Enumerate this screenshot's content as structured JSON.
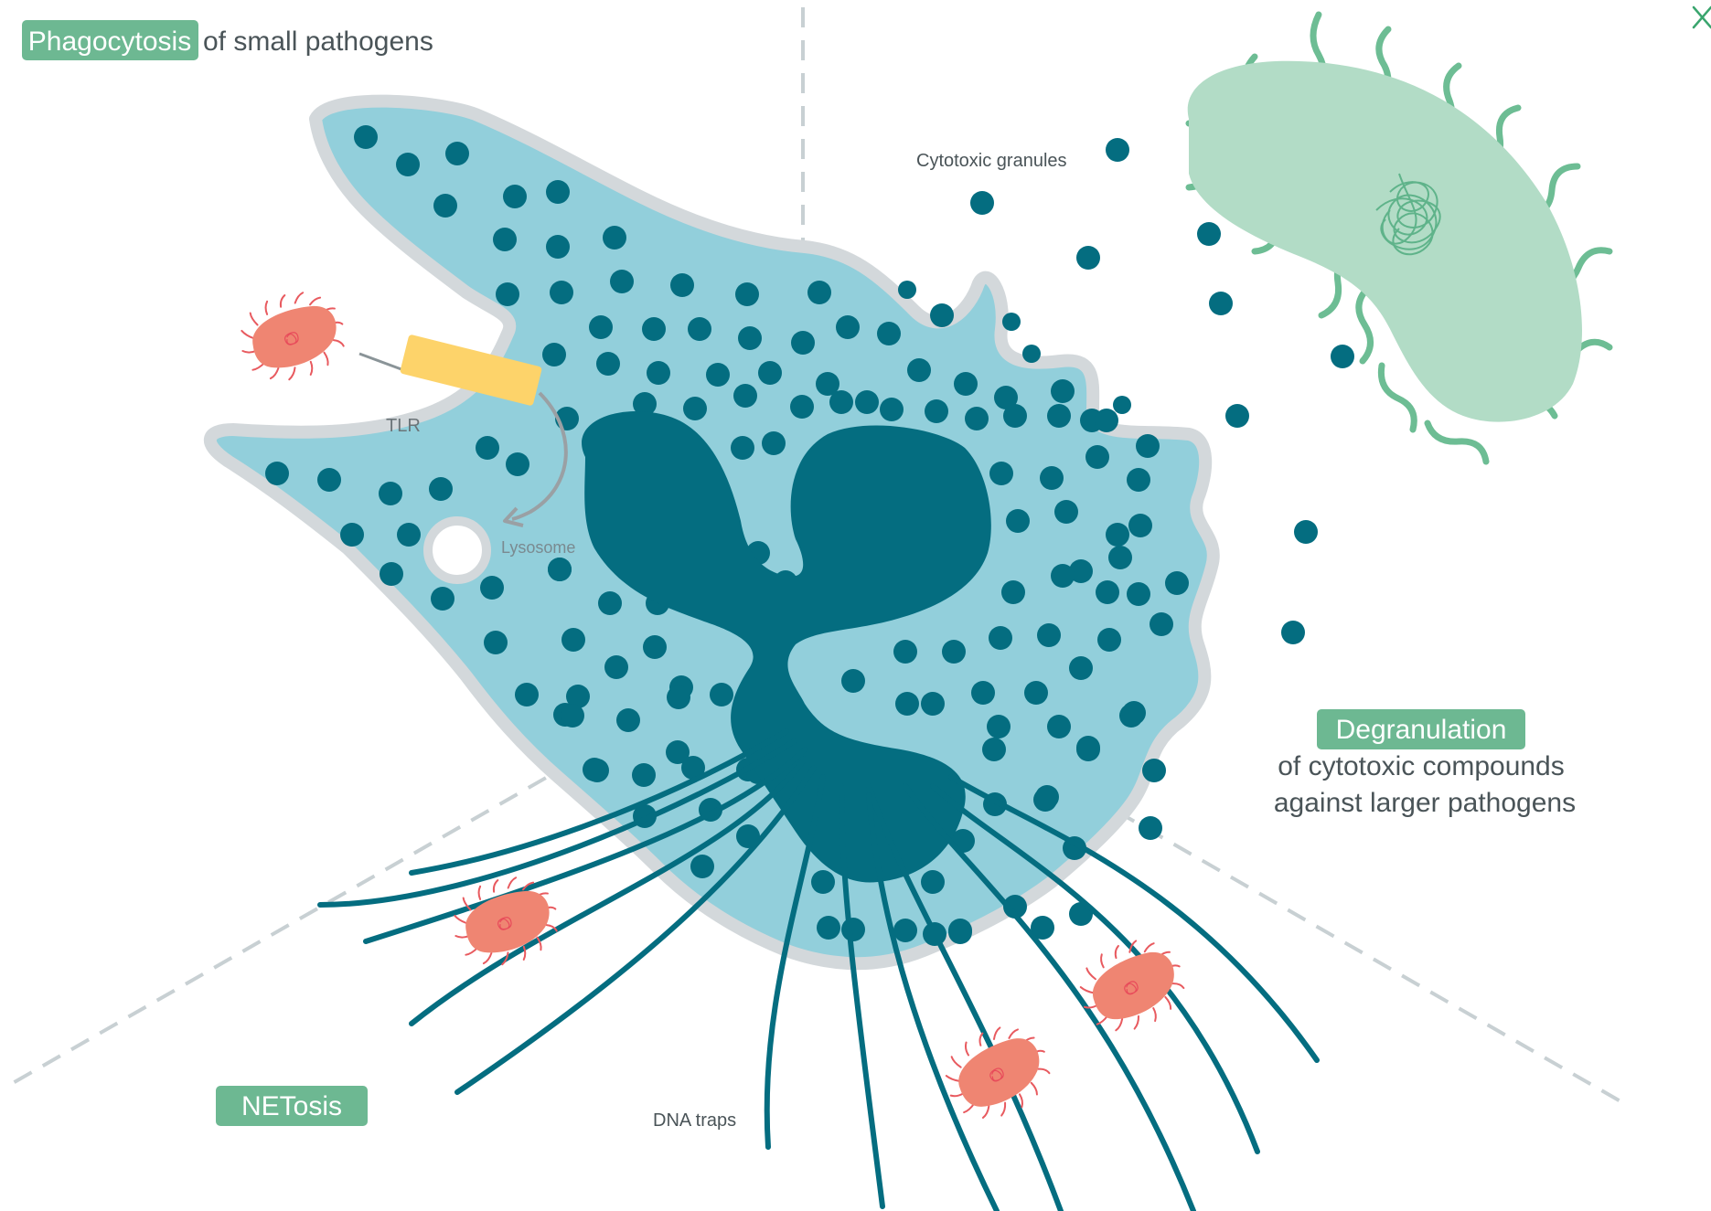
{
  "headings": {
    "phagocytosis_badge": "Phagocytosis",
    "phagocytosis_rest": "of small pathogens",
    "degranulation_badge": "Degranulation",
    "degranulation_line1": "of cytotoxic compounds",
    "degranulation_line2": "against larger pathogens",
    "netosis_badge": "NETosis"
  },
  "labels": {
    "tlr": "TLR",
    "lysosome": "Lysosome",
    "cytotoxic_granules": "Cytotoxic granules",
    "dna_traps": "DNA traps"
  },
  "colors": {
    "badge_green": "#6db892",
    "cell_fill": "#92cfdb",
    "membrane": "#d3d8db",
    "granule": "#046d80",
    "nucleus": "#046d80",
    "tlr": "#fdd36a",
    "bacterium_small": "#ef8572",
    "bacterium_large": "#b2dcc6",
    "flagella": "#6dbd94",
    "divider": "#c8d0d3",
    "close_icon": "#3aa56e"
  },
  "icons": {
    "close": "close-icon"
  }
}
